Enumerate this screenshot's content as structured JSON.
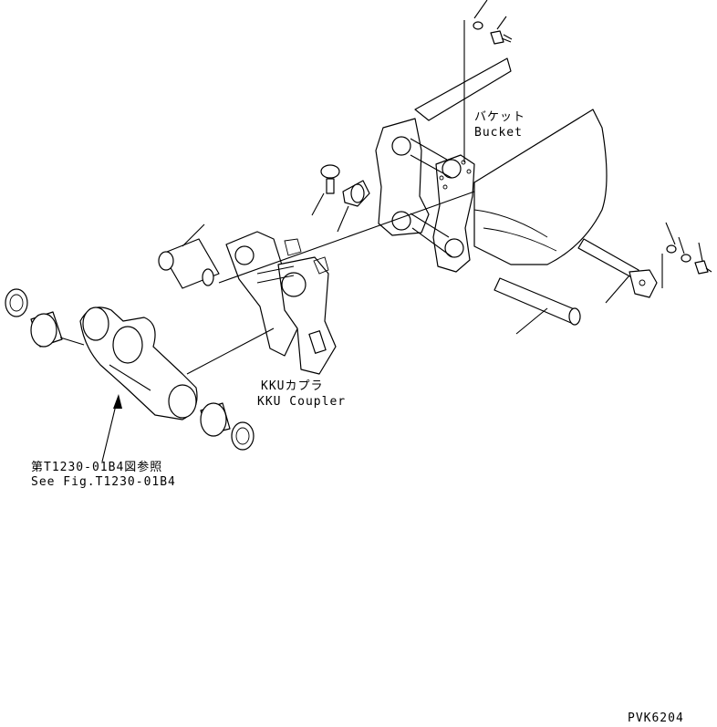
{
  "labels": {
    "bucket_jp": "バケット",
    "bucket_en": "Bucket",
    "coupler_jp": "KKUカプラ",
    "coupler_en": "KKU Coupler",
    "ref_jp": "第T1230-01B4図参照",
    "ref_en": "See Fig.T1230-01B4",
    "drawing_code": "PVK6204"
  }
}
